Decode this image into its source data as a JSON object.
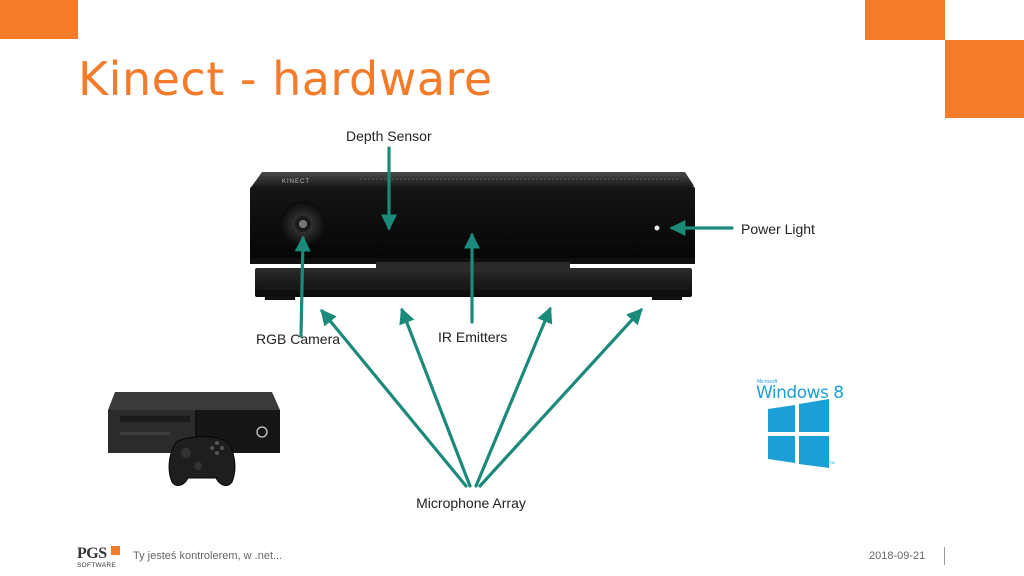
{
  "slide": {
    "title": "Kinect - hardware",
    "accent_color": "#f47b2a",
    "arrow_color": "#1b8a7a"
  },
  "device": {
    "brand_label": "KINECT"
  },
  "labels": {
    "depth_sensor": "Depth Sensor",
    "power_light": "Power Light",
    "rgb_camera": "RGB Camera",
    "ir_emitters": "IR Emitters",
    "microphone_array": "Microphone Array"
  },
  "windows_logo": {
    "microsoft": "Microsoft",
    "text": "Windows 8",
    "tm": "TM",
    "color": "#1c9fd6"
  },
  "footer": {
    "logo_text": "PGS",
    "logo_subtext": "SOFTWARE",
    "caption": "Ty jesteś kontrolerem, w .net...",
    "date": "2018-09-21"
  }
}
